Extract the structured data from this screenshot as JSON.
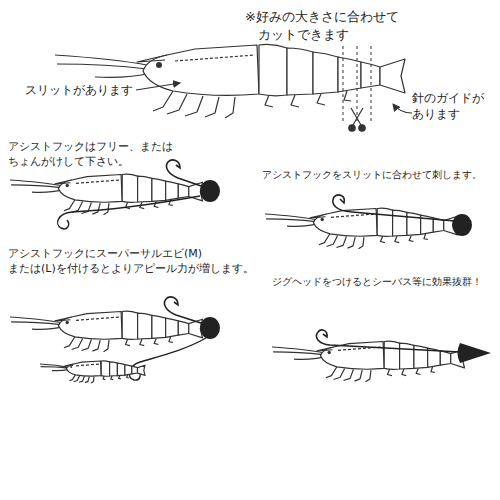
{
  "diagram": {
    "labels": [
      "※好みの大きさに合わせて カットできます",
      "スリットがあります",
      "針のガイドが あります",
      "アシストフックはフリー、または ちょんがけして下さい。",
      "アシストフックをスリットに合わせて刺します。",
      "アシストフックにスーパーサルエビ(M) または(L)を付けるとよりアピール力が増します。",
      "ジグヘッドをつけるとシーバス等に効果抜群！"
    ]
  }
}
